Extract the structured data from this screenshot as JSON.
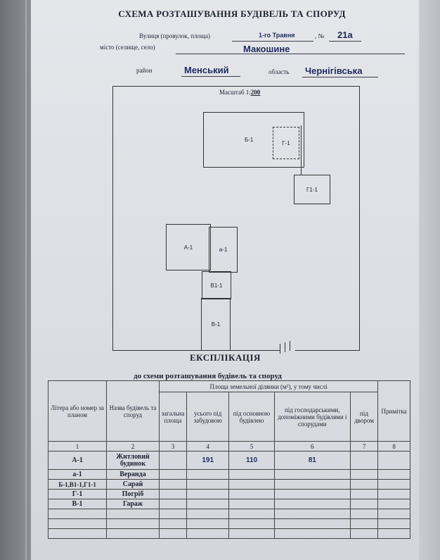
{
  "header": {
    "title": "СХЕМА РОЗТАШУВАННЯ БУДІВЕЛЬ ТА СПОРУД",
    "street_label": "Вулиця (провулок, площа)",
    "street_value": "1-го Травня",
    "number_label": ", №",
    "number_value": "21а",
    "city_label": "місто (селище, село)",
    "city_value": "Макошине",
    "district_label": "район",
    "district_value": "Менський",
    "region_label": "область",
    "region_value": "Чернігівська"
  },
  "plan": {
    "scale_label": "Масштаб 1:",
    "scale_value": "200",
    "buildings": [
      "Б-1",
      "Г-1",
      "Г1-1",
      "А-1",
      "а-1",
      "В1-1",
      "В-1"
    ]
  },
  "explication": {
    "title": "ЕКСПЛІКАЦІЯ",
    "subtitle": "до схеми розташування будівель та споруд",
    "headers": {
      "col1": "Літера або номер за планом",
      "col2": "Назва будівель та споруд",
      "area_group": "Площа земельної ділянки (м²), у тому числі",
      "col3": "загальна площа",
      "col4": "усього під забудовою",
      "col5": "під основною будівлею",
      "col6": "під господарськими, допоміжними будівлями і спорудами",
      "col7": "під двором",
      "col8": "Примітка"
    },
    "col_numbers": [
      "1",
      "2",
      "3",
      "4",
      "5",
      "6",
      "7",
      "8"
    ],
    "rows": [
      {
        "letter": "А-1",
        "name": "Житловий будинок",
        "total": "",
        "built": "191",
        "main": "110",
        "aux": "81",
        "yard": "",
        "note": ""
      },
      {
        "letter": "а-1",
        "name": "Веранда",
        "total": "",
        "built": "",
        "main": "",
        "aux": "",
        "yard": "",
        "note": ""
      },
      {
        "letter": "Б-1,В1-1,Г1-1",
        "name": "Сарай",
        "total": "",
        "built": "",
        "main": "",
        "aux": "",
        "yard": "",
        "note": ""
      },
      {
        "letter": "Г-1",
        "name": "Погріб",
        "total": "",
        "built": "",
        "main": "",
        "aux": "",
        "yard": "",
        "note": ""
      },
      {
        "letter": "В-1",
        "name": "Гараж",
        "total": "",
        "built": "",
        "main": "",
        "aux": "",
        "yard": "",
        "note": ""
      }
    ]
  }
}
